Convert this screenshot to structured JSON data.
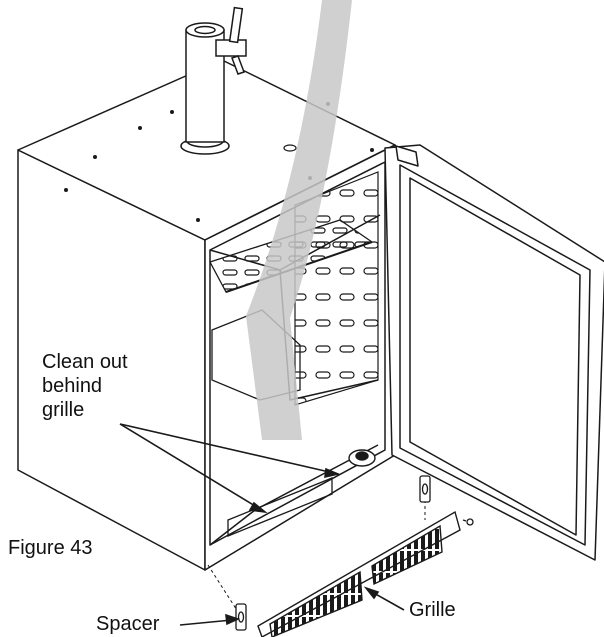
{
  "labels": {
    "callout_line1": "Clean out",
    "callout_line2": "behind",
    "callout_line3": "grille",
    "figure": "Figure 43",
    "grille": "Grille",
    "spacer": "Spacer"
  },
  "colors": {
    "line": "#1a1a1a",
    "flow_arrow": "#c8c8c8",
    "background": "#ffffff"
  }
}
